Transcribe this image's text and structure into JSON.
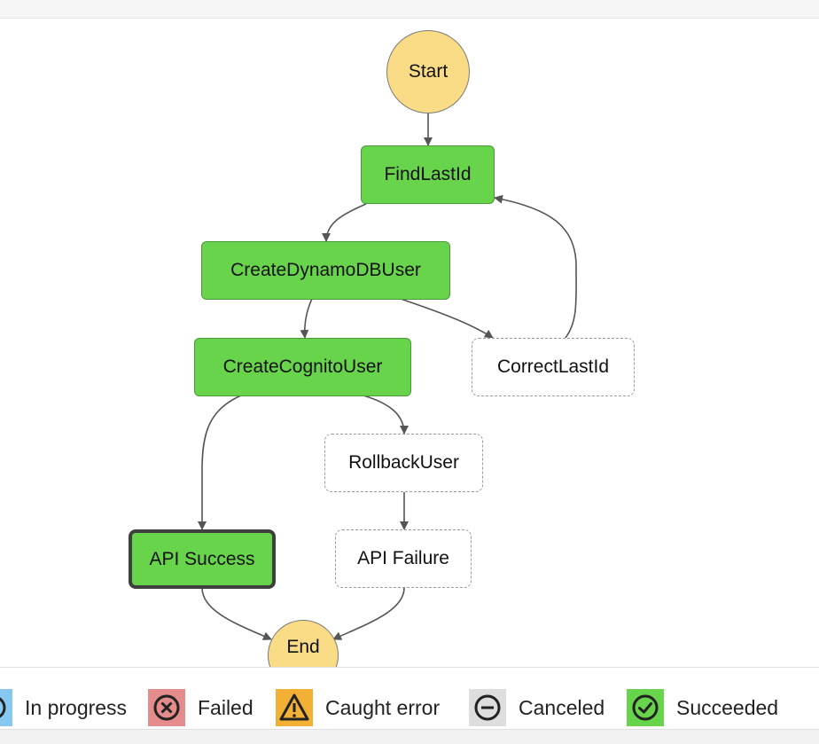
{
  "graph": {
    "nodes": {
      "start": "Start",
      "find_last_id": "FindLastId",
      "create_dynamodb_user": "CreateDynamoDBUser",
      "correct_last_id": "CorrectLastId",
      "create_cognito_user": "CreateCognitoUser",
      "rollback_user": "RollbackUser",
      "api_success": "API Success",
      "api_failure": "API Failure",
      "end": "End"
    }
  },
  "legend": {
    "items": [
      {
        "label": "In progress",
        "icon": "in-progress-icon",
        "color": "#86c8ef"
      },
      {
        "label": "Failed",
        "icon": "failed-x-icon",
        "color": "#e48b8b"
      },
      {
        "label": "Caught error",
        "icon": "warning-icon",
        "color": "#f2b134"
      },
      {
        "label": "Canceled",
        "icon": "canceled-icon",
        "color": "#dedede"
      },
      {
        "label": "Succeeded",
        "icon": "success-check-icon",
        "color": "#67d44c"
      }
    ]
  },
  "colors": {
    "succeeded_node": "#67d44c",
    "terminal_node": "#f9dc85",
    "edge": "#555555"
  }
}
